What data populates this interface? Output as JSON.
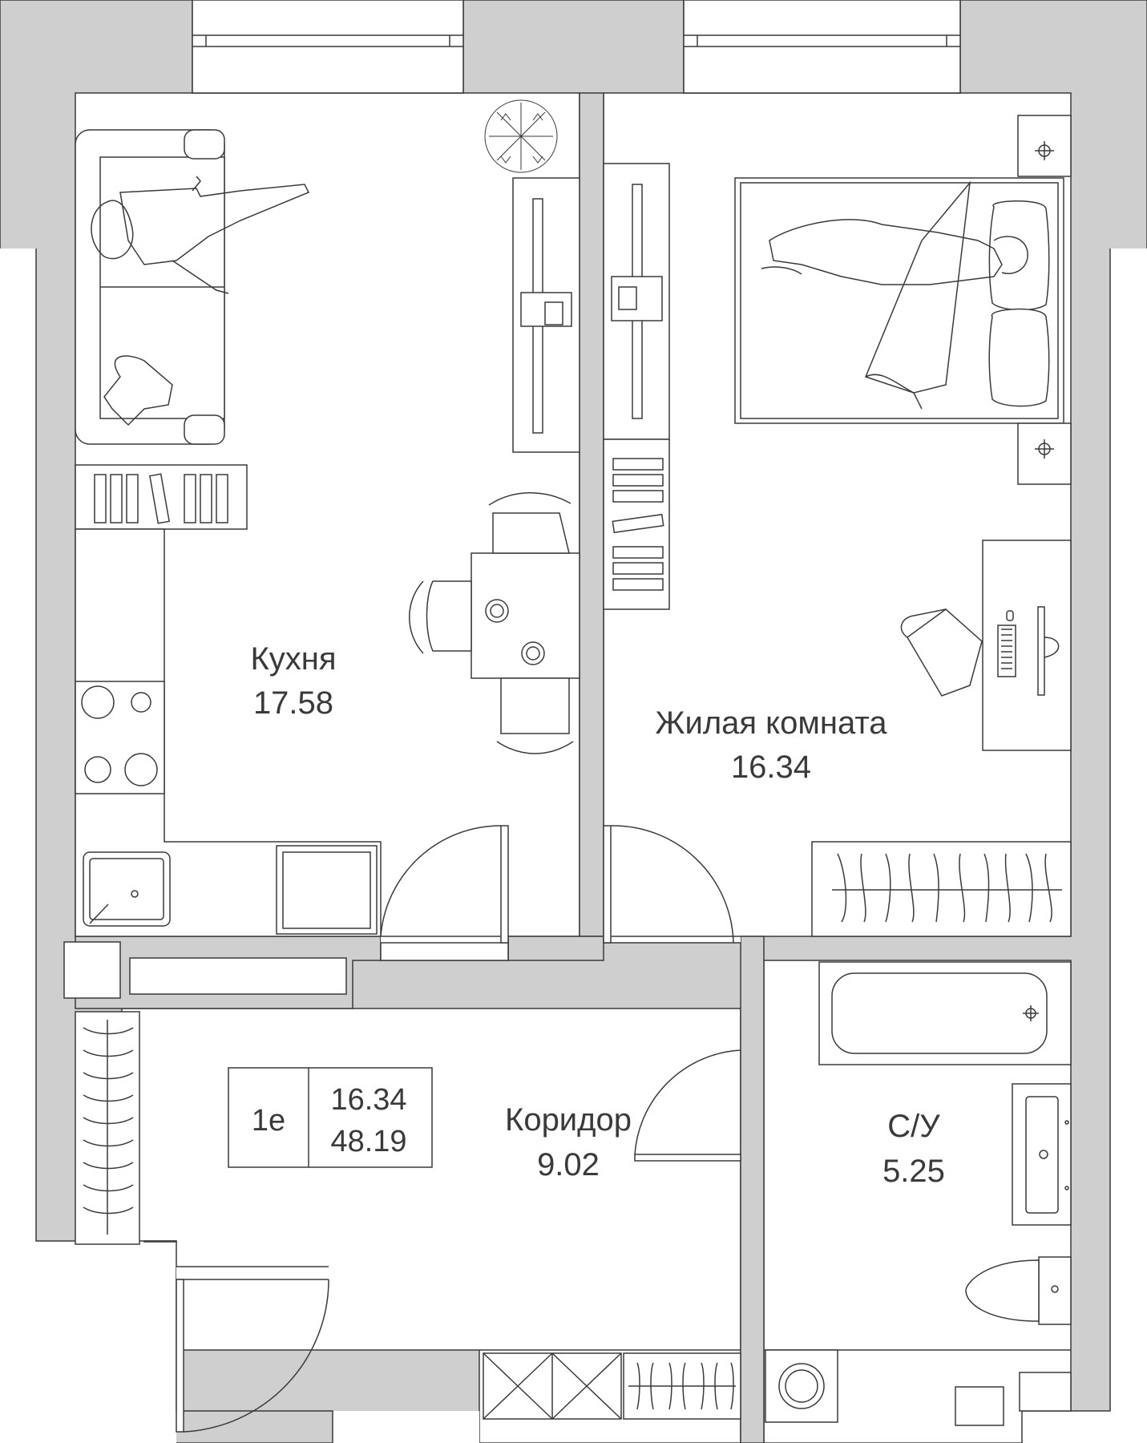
{
  "plan": {
    "rooms": [
      {
        "id": "kitchen",
        "name": "Кухня",
        "area": "17.58"
      },
      {
        "id": "living",
        "name": "Жилая комната",
        "area": "16.34"
      },
      {
        "id": "corridor",
        "name": "Коридор",
        "area": "9.02"
      },
      {
        "id": "bathroom",
        "name": "С/У",
        "area": "5.25"
      }
    ],
    "unit": {
      "type": "1е",
      "living_area": "16.34",
      "total_area": "48.19"
    }
  },
  "colors": {
    "wall": "#cfcfcf",
    "line": "#3a3a3a",
    "background": "#ffffff"
  },
  "icons": [
    "sofa-icon",
    "person-icon",
    "plant-icon",
    "tv-stand-icon",
    "bookshelf-icon",
    "dining-table-icon",
    "chair-icon",
    "stove-icon",
    "sink-icon",
    "bed-icon",
    "pillow-icon",
    "nightstand-icon",
    "desk-icon",
    "monitor-icon",
    "wardrobe-icon",
    "bathtub-icon",
    "washbasin-icon",
    "toilet-icon",
    "washing-machine-icon",
    "door-icon",
    "window-icon"
  ]
}
